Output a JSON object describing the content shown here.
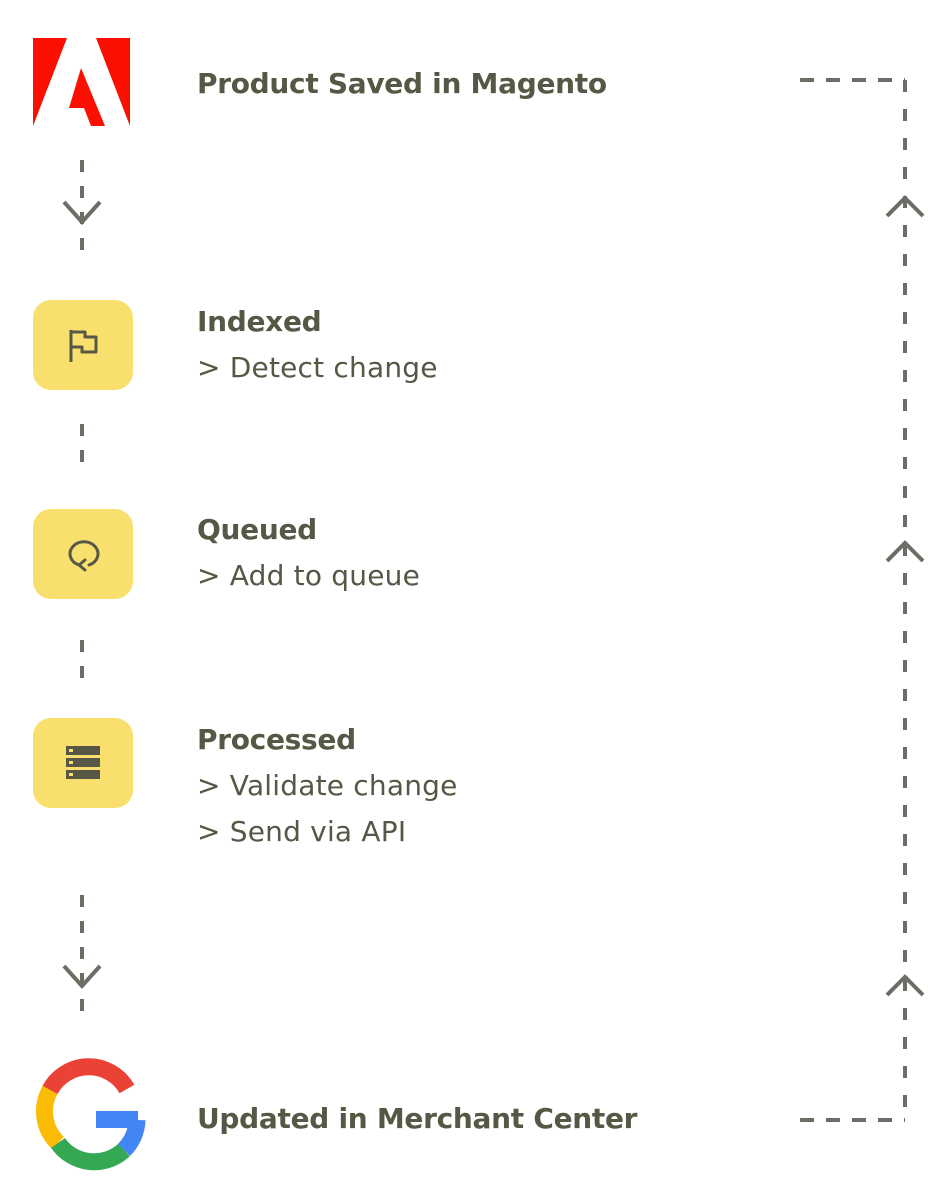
{
  "steps": {
    "magento": {
      "title": "Product Saved in Magento",
      "icon": "adobe-logo"
    },
    "indexed": {
      "title": "Indexed",
      "details": [
        "> Detect change"
      ],
      "icon": "flag-icon"
    },
    "queued": {
      "title": "Queued",
      "details": [
        "> Add to queue"
      ],
      "icon": "loop-icon"
    },
    "processed": {
      "title": "Processed",
      "details": [
        "> Validate change",
        "> Send via API"
      ],
      "icon": "server-icon"
    },
    "merchant_center": {
      "title": "Updated in Merchant Center",
      "icon": "google-logo"
    }
  },
  "colors": {
    "text": "#575745",
    "tile": "#f9e06e",
    "connector": "#6d6d66",
    "adobe_red": "#fa0f00",
    "google_blue": "#4285f4",
    "google_red": "#ea4335",
    "google_yellow": "#fbbc05",
    "google_green": "#34a853"
  }
}
